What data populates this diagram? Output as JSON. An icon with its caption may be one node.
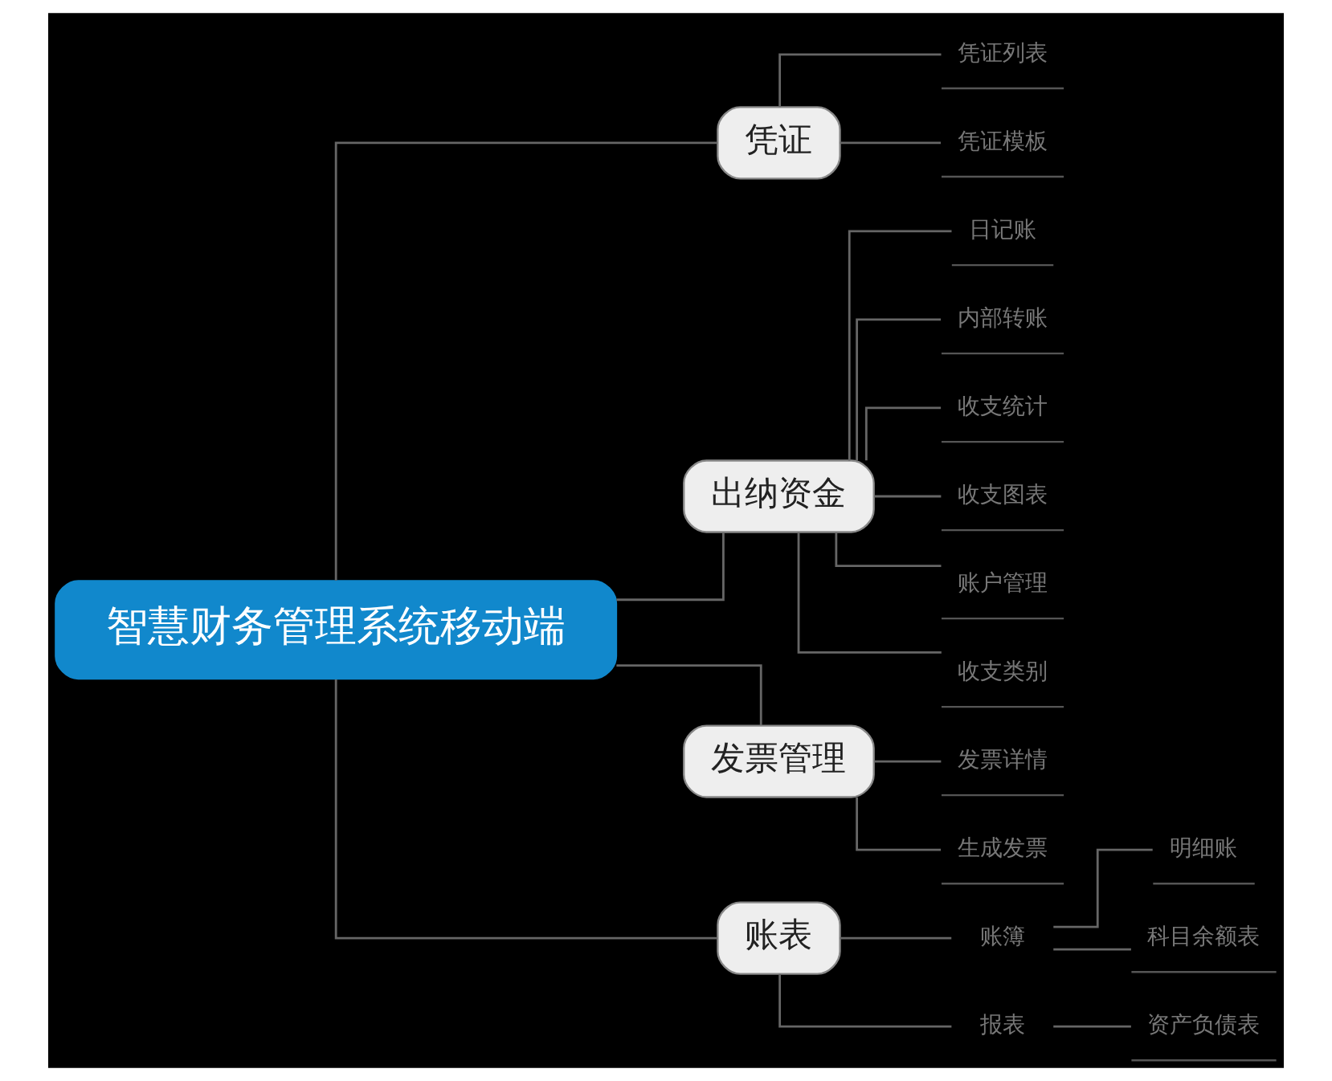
{
  "diagram": {
    "nodes": [
      {
        "text": [
          "智慧财务管理系统移动端"
        ]
      },
      {
        "text": [
          "凭证"
        ]
      },
      {
        "text": [
          "凭证列表"
        ]
      },
      {
        "text": [
          "凭证模板"
        ]
      },
      {
        "text": [
          "出纳资金"
        ]
      },
      {
        "text": [
          "日记账"
        ]
      },
      {
        "text": [
          "内部转账"
        ]
      },
      {
        "text": [
          "收支统计"
        ]
      },
      {
        "text": [
          "收支图表"
        ]
      },
      {
        "text": [
          "账户管理"
        ]
      },
      {
        "text": [
          "收支类别"
        ]
      },
      {
        "text": [
          "发票管理"
        ]
      },
      {
        "text": [
          "发票详情"
        ]
      },
      {
        "text": [
          "生成发票"
        ]
      },
      {
        "text": [
          "账表"
        ]
      },
      {
        "text": [
          "账簿"
        ]
      },
      {
        "text": [
          "明细账"
        ]
      },
      {
        "text": [
          "科目余额表"
        ]
      },
      {
        "text": [
          "报表"
        ]
      },
      {
        "text": [
          "资产负债表"
        ]
      }
    ],
    "edges": [
      {
        "from": 0,
        "to": 1,
        "arrow": "none"
      },
      {
        "from": 1,
        "to": 2,
        "arrow": "none"
      },
      {
        "from": 1,
        "to": 3,
        "arrow": "none"
      },
      {
        "from": 0,
        "to": 4,
        "arrow": "none"
      },
      {
        "from": 4,
        "to": 5,
        "arrow": "none"
      },
      {
        "from": 4,
        "to": 6,
        "arrow": "none"
      },
      {
        "from": 4,
        "to": 7,
        "arrow": "none"
      },
      {
        "from": 4,
        "to": 8,
        "arrow": "none"
      },
      {
        "from": 4,
        "to": 9,
        "arrow": "none"
      },
      {
        "from": 4,
        "to": 10,
        "arrow": "none"
      },
      {
        "from": 0,
        "to": 11,
        "arrow": "none"
      },
      {
        "from": 11,
        "to": 12,
        "arrow": "none"
      },
      {
        "from": 11,
        "to": 13,
        "arrow": "none"
      },
      {
        "from": 0,
        "to": 14,
        "arrow": "none"
      },
      {
        "from": 14,
        "to": 15,
        "arrow": "none"
      },
      {
        "from": 15,
        "to": 16,
        "arrow": "none"
      },
      {
        "from": 15,
        "to": 17,
        "arrow": "none"
      },
      {
        "from": 14,
        "to": 18,
        "arrow": "none"
      },
      {
        "from": 18,
        "to": 19,
        "arrow": "none"
      }
    ]
  }
}
